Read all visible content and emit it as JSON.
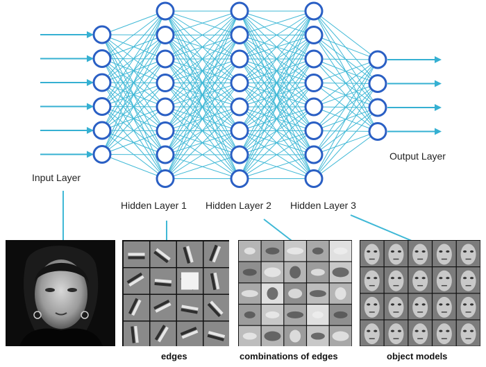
{
  "colors": {
    "node_stroke": "#2a5fc4",
    "edge": "#3fb8d6",
    "arrow": "#35b0d2",
    "connector": "#3fb8d6"
  },
  "network": {
    "input_label": "Input Layer",
    "hidden_labels": [
      "Hidden Layer 1",
      "Hidden Layer 2",
      "Hidden Layer 3"
    ],
    "output_label": "Output Layer",
    "layer_node_counts": [
      6,
      8,
      8,
      8,
      4
    ]
  },
  "panels": {
    "photo": {
      "icon": "portrait-photo"
    },
    "edges": {
      "caption": "edges"
    },
    "combinations": {
      "caption": "combinations of edges"
    },
    "objects": {
      "caption": "object models"
    }
  }
}
